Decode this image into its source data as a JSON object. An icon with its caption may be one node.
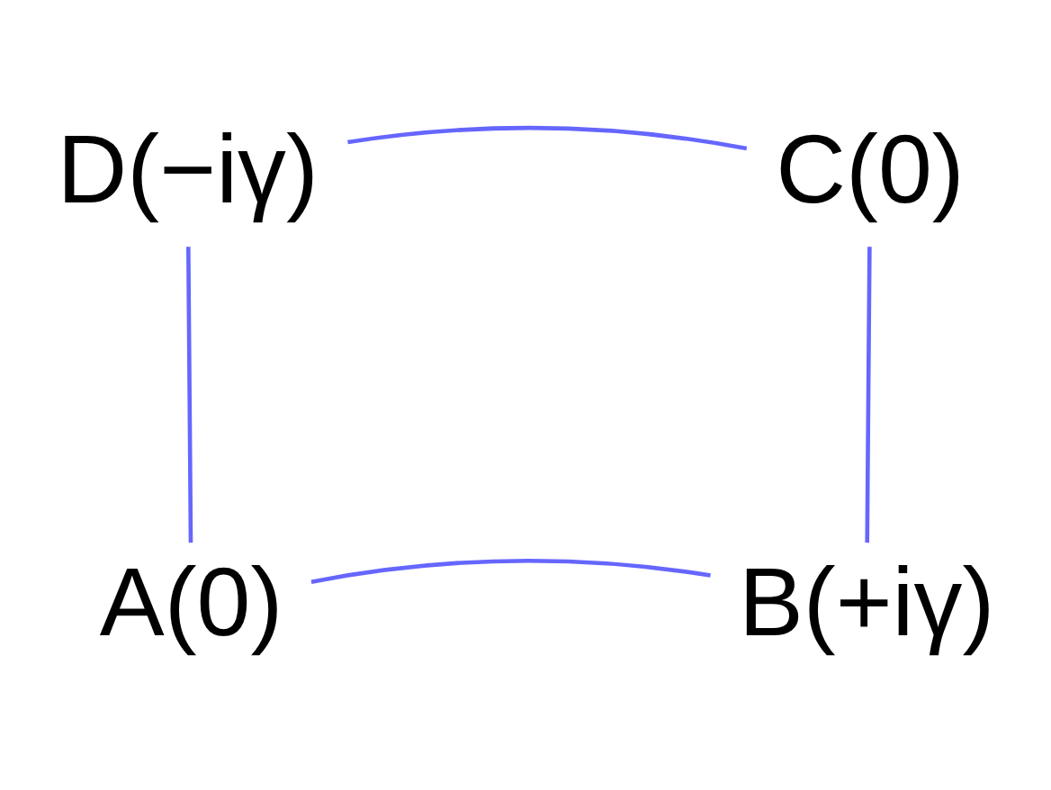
{
  "diagram": {
    "nodes": [
      {
        "text": [
          "D(−iγ)"
        ]
      },
      {
        "text": [
          "C(0)"
        ]
      },
      {
        "text": [
          "A(0)"
        ]
      },
      {
        "text": [
          "B(+iγ)"
        ]
      }
    ],
    "edges": [
      {
        "from": 0,
        "to": 1,
        "arrow": "none"
      },
      {
        "from": 1,
        "to": 3,
        "arrow": "none"
      },
      {
        "from": 3,
        "to": 2,
        "arrow": "none"
      },
      {
        "from": 2,
        "to": 0,
        "arrow": "none"
      }
    ]
  }
}
